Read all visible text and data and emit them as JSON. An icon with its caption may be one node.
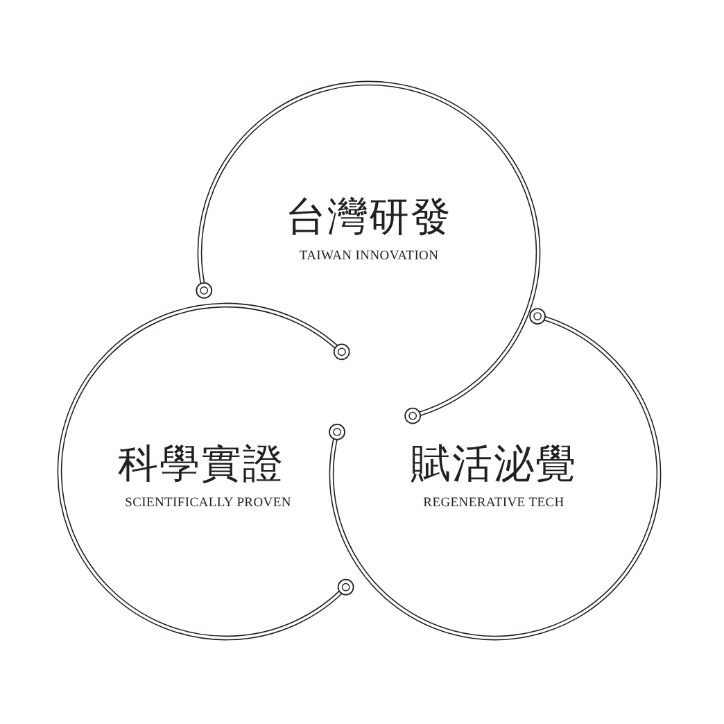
{
  "diagram": {
    "nodes": [
      {
        "text": [
          "台灣研發",
          "TAIWAN INNOVATION"
        ]
      },
      {
        "text": [
          "科學實證",
          "SCIENTIFICALLY PROVEN"
        ]
      },
      {
        "text": [
          "賦活泌覺",
          "REGENERATIVE TECH"
        ]
      }
    ]
  }
}
